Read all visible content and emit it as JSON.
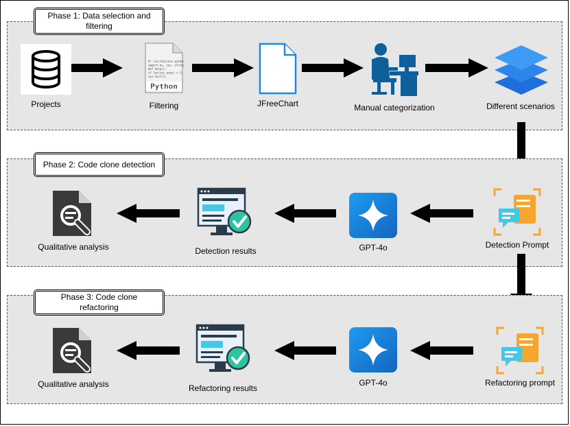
{
  "phases": [
    {
      "title": "Phase 1: Data selection and filtering",
      "nodes": {
        "projects": "Projects",
        "filtering": "Filtering",
        "jfreechart": "JFreeChart",
        "manual_categorization": "Manual categorization",
        "different_scenarios": "Different scenarios"
      },
      "code_snippet": [
        "#! /usr/bin/env python",
        "import os, sys, string",
        "def help():",
        "if len(sys.argv) < 2:",
        "sys.exit(1)"
      ],
      "python_badge": "Python"
    },
    {
      "title": "Phase 2: Code clone detection",
      "nodes": {
        "prompt": "Detection Prompt",
        "model": "GPT-4o",
        "results": "Detection results",
        "analysis": "Qualitative analysis"
      }
    },
    {
      "title": "Phase 3: Code clone refactoring",
      "nodes": {
        "prompt": "Refactoring prompt",
        "model": "GPT-4o",
        "results": "Refactoring results",
        "analysis": "Qualitative analysis"
      }
    }
  ],
  "colors": {
    "panel_bg": "#e6e6e6",
    "arrow": "#000000",
    "blue_dark": "#0f5f9c",
    "blue_light": "#1e88e5",
    "green_check": "#2fc4a0",
    "orange": "#f7a531",
    "teal_bubble": "#43c8e8",
    "doc_gray": "#3a3a3a"
  },
  "icons": [
    "database-icon",
    "python-file-icon",
    "document-icon",
    "person-at-computer-icon",
    "layers-icon",
    "chat-prompt-icon",
    "gpt-star-icon",
    "results-monitor-icon",
    "document-search-icon"
  ]
}
